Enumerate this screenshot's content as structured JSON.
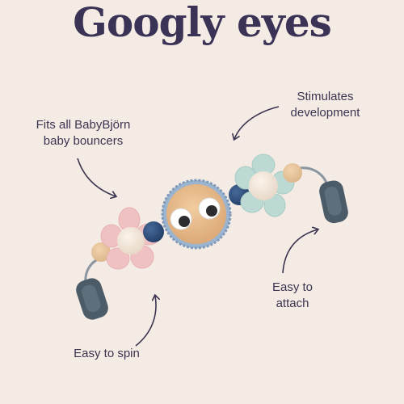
{
  "title": "Googly eyes",
  "callouts": {
    "fits_line1": "Fits all BabyBjörn",
    "fits_line2": "baby bouncers",
    "stimulates_line1": "Stimulates",
    "stimulates_line2": "development",
    "attach_line1": "Easy to",
    "attach_line2": "attach",
    "spin": "Easy to spin"
  },
  "colors": {
    "background": "#f4ebe4",
    "text": "#3b3356",
    "navy_bead": "#2f4f7f",
    "wood": "#e7b98a",
    "pink_flower": "#efc2c4",
    "mint_flower": "#b8d7d0",
    "clip": "#4a5a66"
  }
}
